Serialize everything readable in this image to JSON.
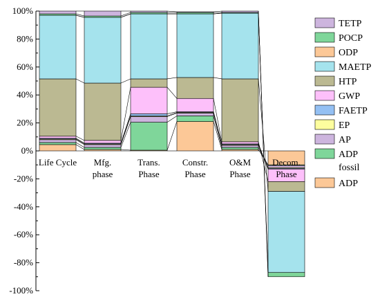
{
  "chart_data": {
    "type": "bar",
    "stacked": true,
    "normalized": true,
    "connecting_lines": true,
    "title": "",
    "xlabel": "",
    "ylabel": "",
    "ylim": [
      -100,
      100
    ],
    "y_ticks": [
      "100%",
      "80%",
      "60%",
      "40%",
      "20%",
      "0%",
      "-20%",
      "-40%",
      "-60%",
      "-80%",
      "-100%"
    ],
    "y_tick_values": [
      100,
      80,
      60,
      40,
      20,
      0,
      -20,
      -40,
      -60,
      -80,
      -100
    ],
    "grid": false,
    "legend_position": "right",
    "categories": [
      {
        "l1": "Life Cycle",
        "l2": ""
      },
      {
        "l1": "Mfg.",
        "l2": "phase"
      },
      {
        "l1": "Trans.",
        "l2": "Phase"
      },
      {
        "l1": "Constr.",
        "l2": "Phase"
      },
      {
        "l1": "O&M",
        "l2": "Phase"
      },
      {
        "l1": "Decom.",
        "l2": "Phase"
      }
    ],
    "series": [
      {
        "name": "ADP",
        "color": "#fcc897",
        "values": [
          4.5,
          1.0,
          0.5,
          21.0,
          1.0,
          -10.0
        ]
      },
      {
        "name": "ADP fossil",
        "color": "#7fd69a",
        "values": [
          1.5,
          1.5,
          20.0,
          4.0,
          1.5,
          -0.5
        ]
      },
      {
        "name": "AP",
        "color": "#cdb5de",
        "values": [
          2.0,
          2.0,
          4.0,
          2.0,
          1.5,
          -1.5
        ]
      },
      {
        "name": "EP",
        "color": "#fdfe9e",
        "values": [
          0.5,
          0.5,
          0.5,
          0.5,
          0.5,
          -0.5
        ]
      },
      {
        "name": "FAETP",
        "color": "#94c0f3",
        "values": [
          0.5,
          0.5,
          1.5,
          0.5,
          0.5,
          -0.5
        ]
      },
      {
        "name": "GWP",
        "color": "#fdc0fa",
        "values": [
          1.5,
          2.0,
          19.0,
          9.5,
          1.5,
          -9.0
        ]
      },
      {
        "name": "HTP",
        "color": "#bbb992",
        "values": [
          41.0,
          41.0,
          6.0,
          15.0,
          45.0,
          -7.0
        ]
      },
      {
        "name": "MAETP",
        "color": "#a5e3ed",
        "values": [
          45.5,
          47.0,
          46.5,
          45.5,
          47.0,
          -58.0
        ]
      },
      {
        "name": "ODP",
        "color": "#fcc897",
        "values": [
          0.0,
          0.0,
          0.0,
          0.0,
          0.0,
          0.0
        ]
      },
      {
        "name": "POCP",
        "color": "#7fd69a",
        "values": [
          1.0,
          1.0,
          1.0,
          1.0,
          0.5,
          -3.0
        ]
      },
      {
        "name": "TETP",
        "color": "#cdb5de",
        "values": [
          2.0,
          3.5,
          1.0,
          0.5,
          1.0,
          0.0
        ]
      }
    ],
    "legend": [
      {
        "l1": "TETP",
        "l2": "",
        "color": "#cdb5de"
      },
      {
        "l1": "POCP",
        "l2": "",
        "color": "#7fd69a"
      },
      {
        "l1": "ODP",
        "l2": "",
        "color": "#fcc897"
      },
      {
        "l1": "MAETP",
        "l2": "",
        "color": "#a5e3ed"
      },
      {
        "l1": "HTP",
        "l2": "",
        "color": "#bbb992"
      },
      {
        "l1": "GWP",
        "l2": "",
        "color": "#fdc0fa"
      },
      {
        "l1": "FAETP",
        "l2": "",
        "color": "#94c0f3"
      },
      {
        "l1": "EP",
        "l2": "",
        "color": "#fdfe9e"
      },
      {
        "l1": "AP",
        "l2": "",
        "color": "#cdb5de"
      },
      {
        "l1": "ADP",
        "l2": "fossil",
        "color": "#7fd69a"
      },
      {
        "l1": "ADP",
        "l2": "",
        "color": "#fcc897"
      }
    ]
  }
}
